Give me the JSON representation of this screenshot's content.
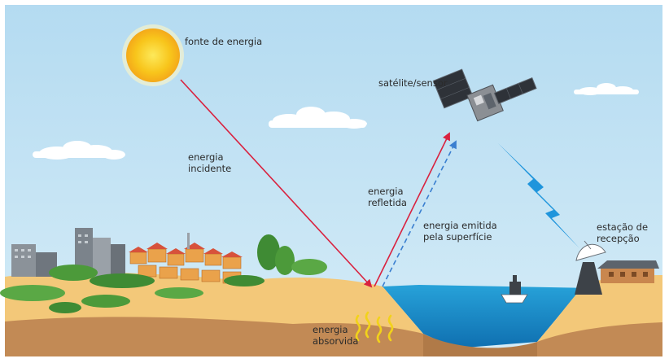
{
  "labels": {
    "source": "fonte de energia",
    "satellite": "satélite/sensor",
    "incident": [
      "energia",
      "incidente"
    ],
    "reflected": [
      "energia",
      "refletida"
    ],
    "emitted": [
      "energia emitida",
      "pela superfície"
    ],
    "station": [
      "estação de",
      "recepção"
    ],
    "absorbed": [
      "energia",
      "absorvida"
    ]
  },
  "colors": {
    "sky": "#bfe1f3",
    "sun": "#f8c51b",
    "incident_ray": "#d9223f",
    "emitted_ray": "#3a7fd0",
    "downlink": "#1f95dc",
    "absorbed_waves": "#f2d21a",
    "water": "#1d8fce",
    "sand": "#f3c879",
    "soil": "#c28a55"
  },
  "icons": [
    "sun-icon",
    "satellite-icon",
    "lightning-icon",
    "antenna-dish-icon",
    "boat-icon",
    "city-icon"
  ]
}
